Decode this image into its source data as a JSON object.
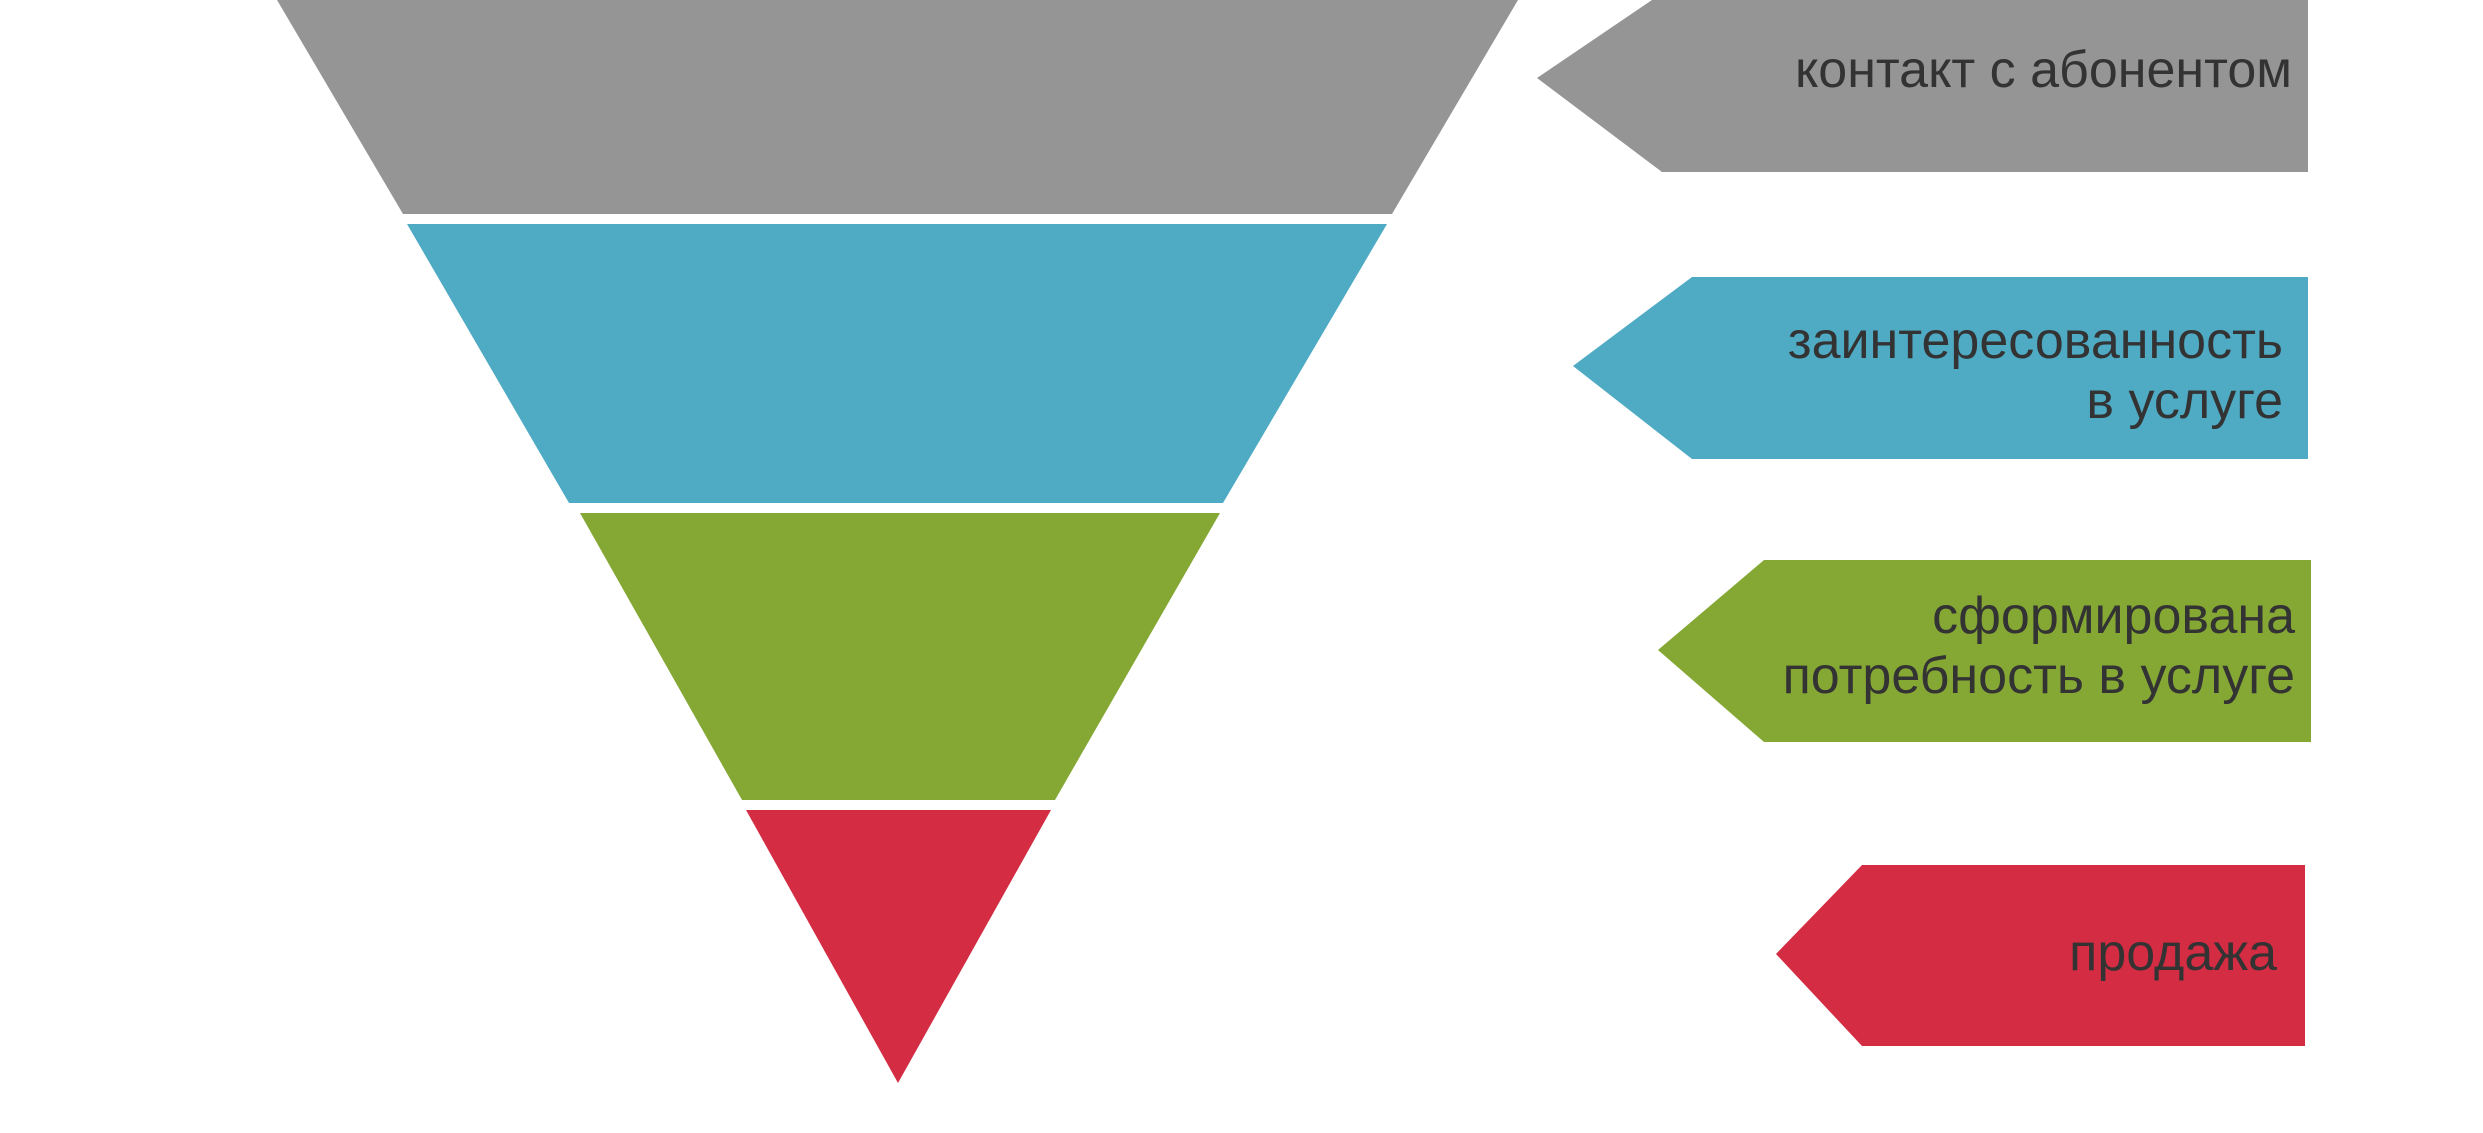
{
  "funnel": {
    "stages": [
      {
        "id": "contact",
        "label_lines": [
          "контакт с абонентом"
        ],
        "color": "#959595"
      },
      {
        "id": "interest",
        "label_lines": [
          "заинтересованность",
          "в услуге"
        ],
        "color": "#4faac4"
      },
      {
        "id": "need",
        "label_lines": [
          "сформирована",
          "потребность в услуге"
        ],
        "color": "#85a835"
      },
      {
        "id": "sale",
        "label_lines": [
          "продажа"
        ],
        "color": "#d42c43"
      }
    ],
    "text_color": "#333333"
  }
}
